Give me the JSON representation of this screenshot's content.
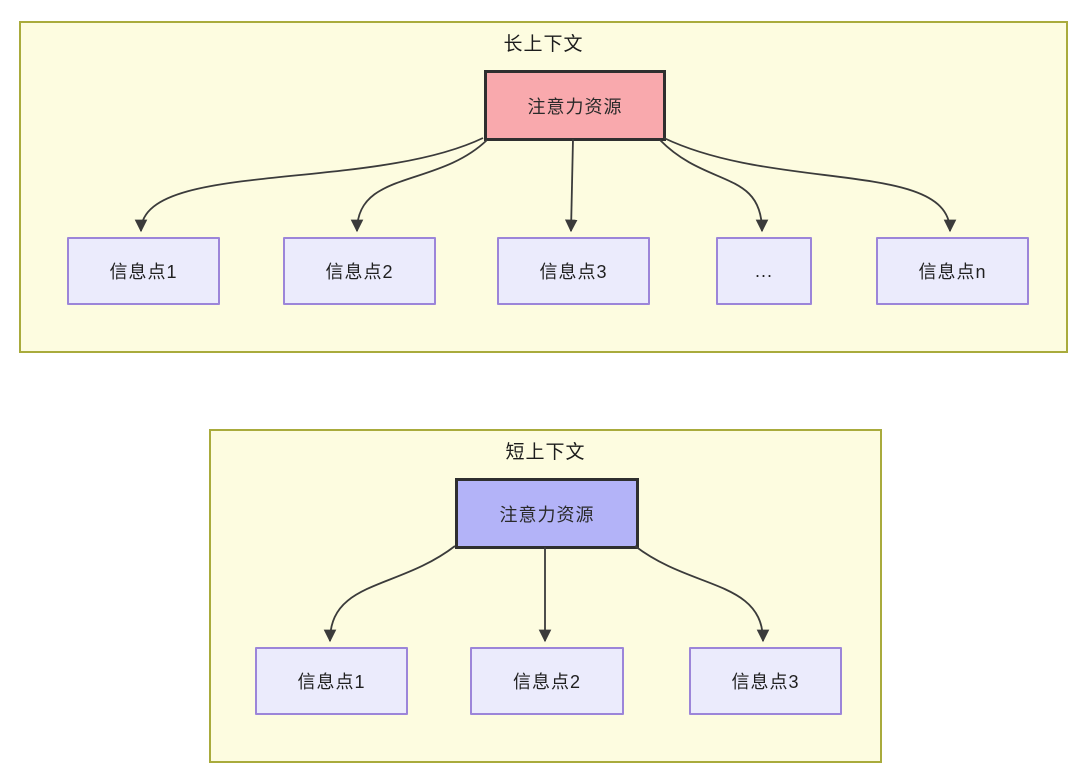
{
  "colors": {
    "page_background": "#ffffff",
    "container_fill": "#fdfce0",
    "container_border": "#a9ab3c",
    "attention_long_fill": "#f9a9ad",
    "attention_short_fill": "#b3b3f8",
    "attention_border": "#2f2f2f",
    "info_fill": "#ebebfc",
    "info_border": "#9c85d9",
    "edge_color": "#3b3b3b",
    "text_color": "#1c1c1c"
  },
  "sections": {
    "long": {
      "title": "长上下文",
      "attention_label": "注意力资源",
      "items": [
        {
          "label": "信息点1"
        },
        {
          "label": "信息点2"
        },
        {
          "label": "信息点3"
        },
        {
          "label": "..."
        },
        {
          "label": "信息点n"
        }
      ]
    },
    "short": {
      "title": "短上下文",
      "attention_label": "注意力资源",
      "items": [
        {
          "label": "信息点1"
        },
        {
          "label": "信息点2"
        },
        {
          "label": "信息点3"
        }
      ]
    }
  }
}
